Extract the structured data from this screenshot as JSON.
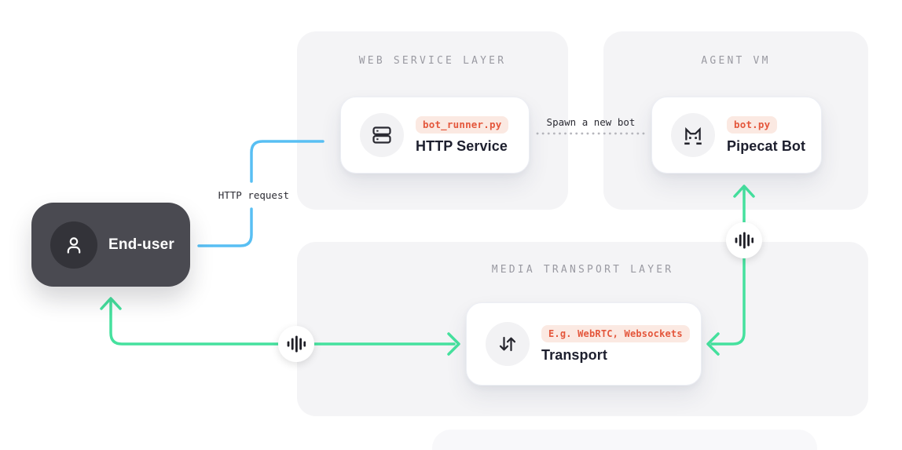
{
  "panels": {
    "web_service_layer": {
      "title": "WEB SERVICE LAYER"
    },
    "agent_vm": {
      "title": "AGENT VM"
    },
    "media_transport_layer": {
      "title": "MEDIA TRANSPORT LAYER"
    }
  },
  "nodes": {
    "end_user": {
      "label": "End-user",
      "icon": "user-icon"
    },
    "http_service": {
      "title": "HTTP Service",
      "badge": "bot_runner.py",
      "icon": "server-icon"
    },
    "pipecat_bot": {
      "title": "Pipecat Bot",
      "badge": "bot.py",
      "icon": "cat-icon"
    },
    "transport": {
      "title": "Transport",
      "badge": "E.g. WebRTC, Websockets",
      "icon": "up-down-arrows-icon"
    }
  },
  "connections": {
    "http_request": {
      "label": "HTTP request",
      "style": "solid",
      "color": "#58bff3",
      "from": "end_user",
      "to": "http_service"
    },
    "spawn_bot": {
      "label": "Spawn a new bot",
      "style": "dotted",
      "color": "#b6b6bc",
      "from": "http_service",
      "to": "pipecat_bot"
    },
    "user_media": {
      "label": "",
      "style": "solid",
      "color": "#45e19e",
      "from": "transport",
      "to": "end_user",
      "icon": "audio-waveform-icon"
    },
    "bot_media": {
      "label": "",
      "style": "solid",
      "color": "#45e19e",
      "from": "transport",
      "to": "pipecat_bot",
      "icon": "audio-waveform-icon"
    }
  },
  "colors": {
    "background": "#ffffff",
    "panel": "#f4f4f6",
    "panel_header_text": "#9a9aa2",
    "card_title_text": "#1d1f2e",
    "badge_background": "#fbe9e2",
    "badge_text": "#e4573c",
    "end_user_box": "#4a4a51",
    "media_green": "#45e19e",
    "http_blue": "#58bff3",
    "label_text": "#2c2c34"
  }
}
